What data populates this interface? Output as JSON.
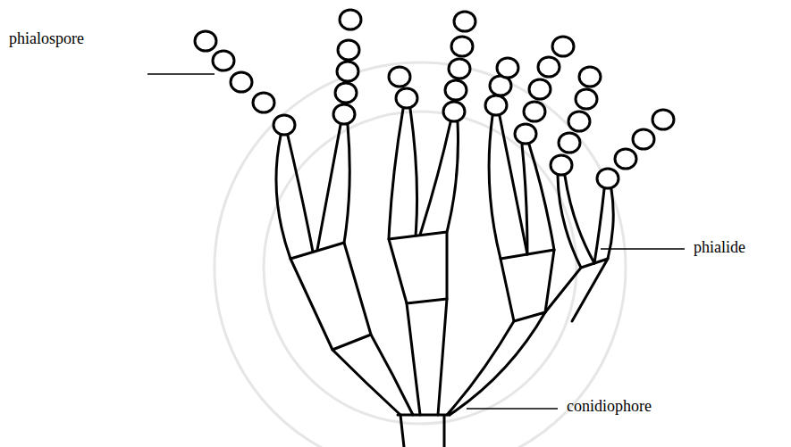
{
  "diagram": {
    "labels": [
      "phialospore",
      "phialide",
      "conidiophore"
    ]
  }
}
